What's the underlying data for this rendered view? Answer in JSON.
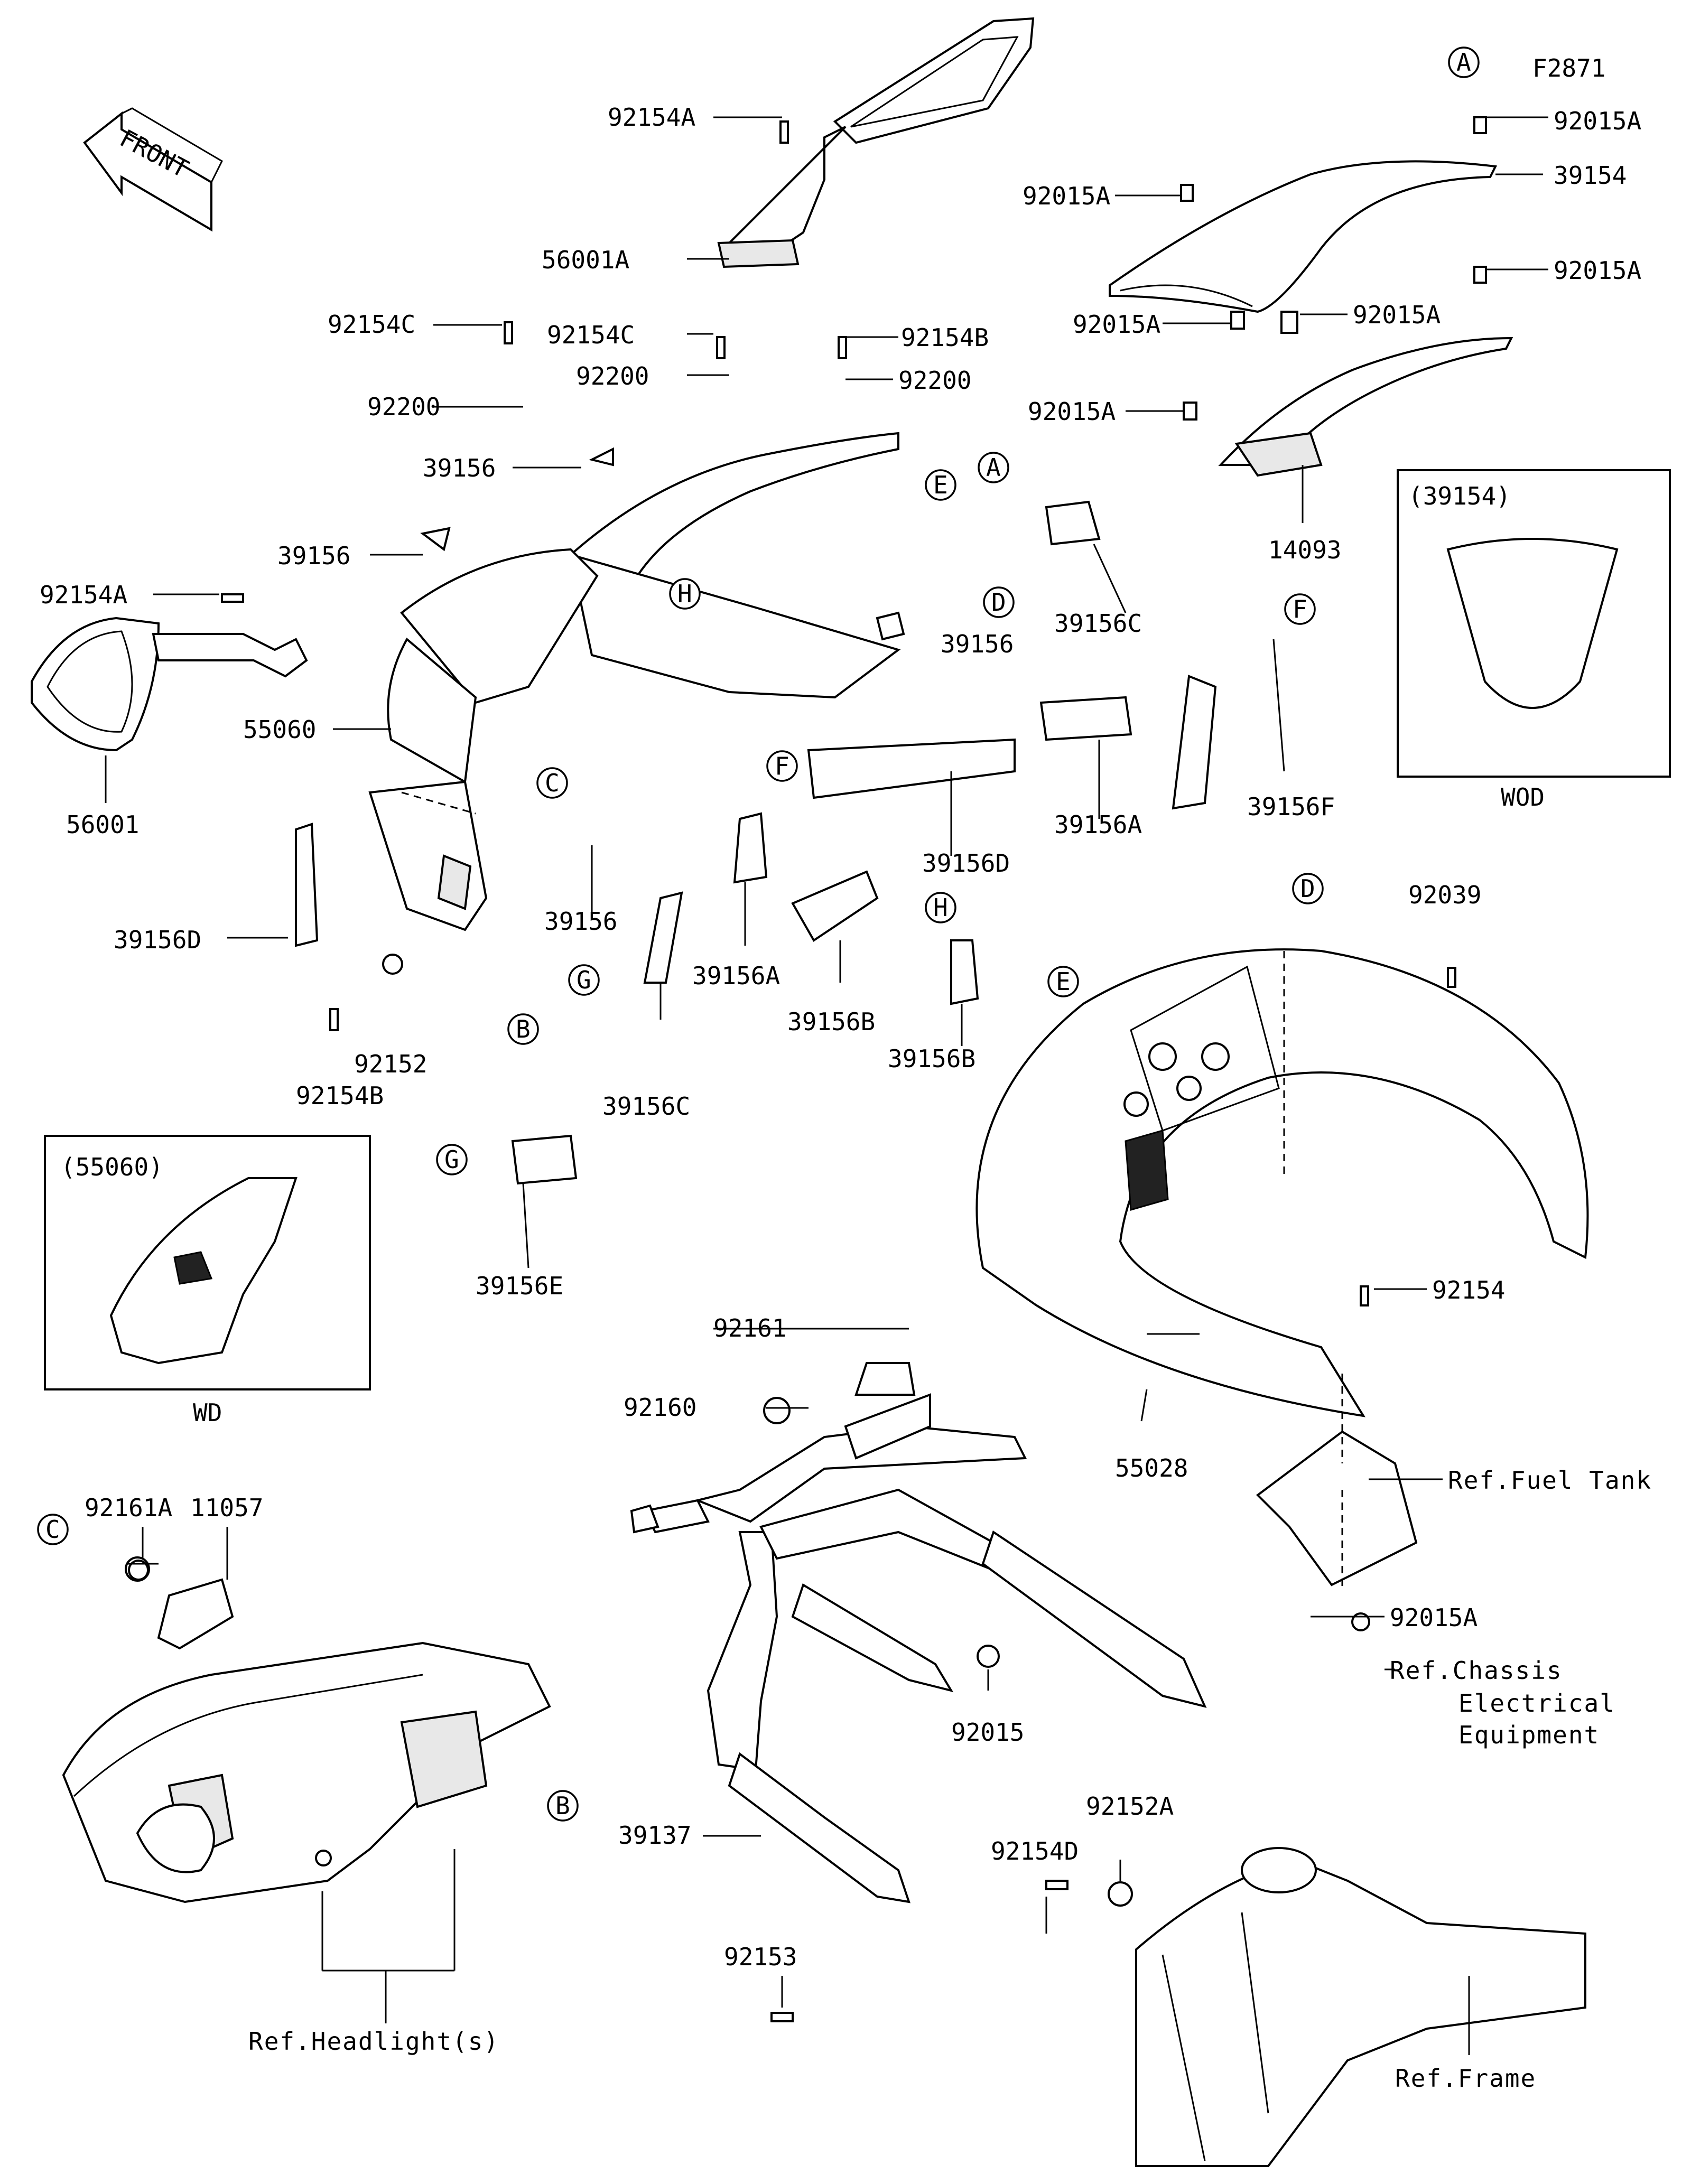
{
  "figure_code": "F2871",
  "front_label": "FRONT",
  "callouts": [
    {
      "id": "c-92154A-top",
      "text": "92154A"
    },
    {
      "id": "c-56001A",
      "text": "56001A"
    },
    {
      "id": "c-92154C-a",
      "text": "92154C"
    },
    {
      "id": "c-92154C-b",
      "text": "92154C"
    },
    {
      "id": "c-92154B-top",
      "text": "92154B"
    },
    {
      "id": "c-92200-a",
      "text": "92200"
    },
    {
      "id": "c-92200-b",
      "text": "92200"
    },
    {
      "id": "c-92200-c",
      "text": "92200"
    },
    {
      "id": "c-39156-a",
      "text": "39156"
    },
    {
      "id": "c-39156-b",
      "text": "39156"
    },
    {
      "id": "c-39156-c",
      "text": "39156"
    },
    {
      "id": "c-39156-d",
      "text": "39156"
    },
    {
      "id": "c-92154A-left",
      "text": "92154A"
    },
    {
      "id": "c-55060",
      "text": "55060"
    },
    {
      "id": "c-56001",
      "text": "56001"
    },
    {
      "id": "c-39156D-left",
      "text": "39156D"
    },
    {
      "id": "c-92152",
      "text": "92152"
    },
    {
      "id": "c-92154B-left",
      "text": "92154B"
    },
    {
      "id": "c-39156A-a",
      "text": "39156A"
    },
    {
      "id": "c-39156C-a",
      "text": "39156C"
    },
    {
      "id": "c-39156B-a",
      "text": "39156B"
    },
    {
      "id": "c-39156B-b",
      "text": "39156B"
    },
    {
      "id": "c-39156C-b",
      "text": "39156C"
    },
    {
      "id": "c-39156A-b",
      "text": "39156A"
    },
    {
      "id": "c-39156D-right",
      "text": "39156D"
    },
    {
      "id": "c-39156F",
      "text": "39156F"
    },
    {
      "id": "c-39156E",
      "text": "39156E"
    },
    {
      "id": "c-92015A-1",
      "text": "92015A"
    },
    {
      "id": "c-39154",
      "text": "39154"
    },
    {
      "id": "c-92015A-2",
      "text": "92015A"
    },
    {
      "id": "c-92015A-3",
      "text": "92015A"
    },
    {
      "id": "c-92015A-4",
      "text": "92015A"
    },
    {
      "id": "c-92015A-5",
      "text": "92015A"
    },
    {
      "id": "c-92015A-6",
      "text": "92015A"
    },
    {
      "id": "c-14093",
      "text": "14093"
    },
    {
      "id": "c-92039",
      "text": "92039"
    },
    {
      "id": "c-92154",
      "text": "92154"
    },
    {
      "id": "c-55028",
      "text": "55028"
    },
    {
      "id": "c-92161",
      "text": "92161"
    },
    {
      "id": "c-92160",
      "text": "92160"
    },
    {
      "id": "c-92161A",
      "text": "92161A"
    },
    {
      "id": "c-11057",
      "text": "11057"
    },
    {
      "id": "c-92015",
      "text": "92015"
    },
    {
      "id": "c-39137",
      "text": "39137"
    },
    {
      "id": "c-92153",
      "text": "92153"
    },
    {
      "id": "c-92152A",
      "text": "92152A"
    },
    {
      "id": "c-92154D",
      "text": "92154D"
    },
    {
      "id": "c-92015A-7",
      "text": "92015A"
    }
  ],
  "references": {
    "fuel_tank": "Ref.Fuel Tank",
    "chassis_1": "Ref.Chassis",
    "chassis_2": "Electrical",
    "chassis_3": "Equipment",
    "headlight": "Ref.Headlight(s)",
    "frame": "Ref.Frame"
  },
  "insets": {
    "wod_title": "(39154)",
    "wod_caption": "WOD",
    "wd_title": "(55060)",
    "wd_caption": "WD"
  },
  "letter_markers": [
    "A",
    "B",
    "C",
    "D",
    "E",
    "F",
    "G",
    "H"
  ]
}
